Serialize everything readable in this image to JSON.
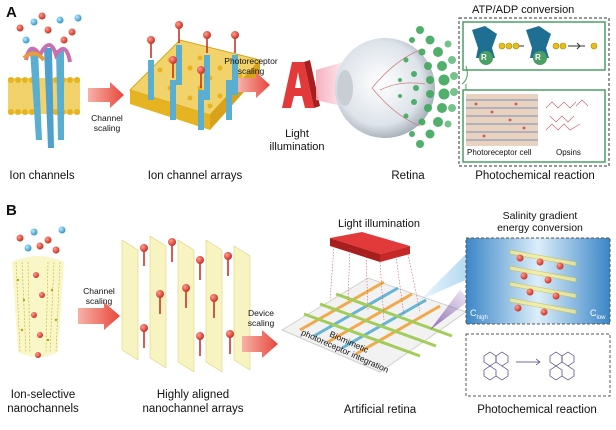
{
  "panel_a": {
    "letter": "A",
    "captions": {
      "ion_channels": "Ion channels",
      "ion_channel_arrays": "Ion channel arrays",
      "retina": "Retina",
      "photochemical": "Photochemical reaction"
    },
    "arrows": {
      "channel_scaling_1": "Channel",
      "channel_scaling_2": "scaling",
      "photoreceptor_scaling_1": "Photoreceptor",
      "photoreceptor_scaling_2": "scaling"
    },
    "light_illumination_1": "Light",
    "light_illumination_2": "illumination",
    "atp_title": "ATP/ADP conversion",
    "photoreceptor_cell": "Photoreceptor cell",
    "opsins": "Opsins",
    "R": "R"
  },
  "panel_b": {
    "letter": "B",
    "captions": {
      "ion_selective_1": "Ion-selective",
      "ion_selective_2": "nanochannels",
      "aligned_1": "Highly aligned",
      "aligned_2": "nanochannel arrays",
      "artificial_retina": "Artificial retina",
      "photochemical": "Photochemical reaction"
    },
    "arrows": {
      "channel_scaling_1": "Channel",
      "channel_scaling_2": "scaling",
      "device_scaling_1": "Device",
      "device_scaling_2": "scaling"
    },
    "light_illumination": "Light illumination",
    "biomimetic_1": "Biomimetic",
    "biomimetic_2": "photoreceptor integration",
    "salinity_1": "Salinity gradient",
    "salinity_2": "energy conversion",
    "c_high": "C",
    "c_high_sub": "high",
    "c_low": "C",
    "c_low_sub": "low"
  },
  "colors": {
    "arrow_red": "#e8463c",
    "membrane_gold": "#e6b422",
    "channel_blue": "#5aaed1",
    "ion_red": "#d93a2b",
    "ion_blue": "#52b6e0",
    "retina_green": "#3ea85c",
    "light_red": "#e23a3a"
  }
}
